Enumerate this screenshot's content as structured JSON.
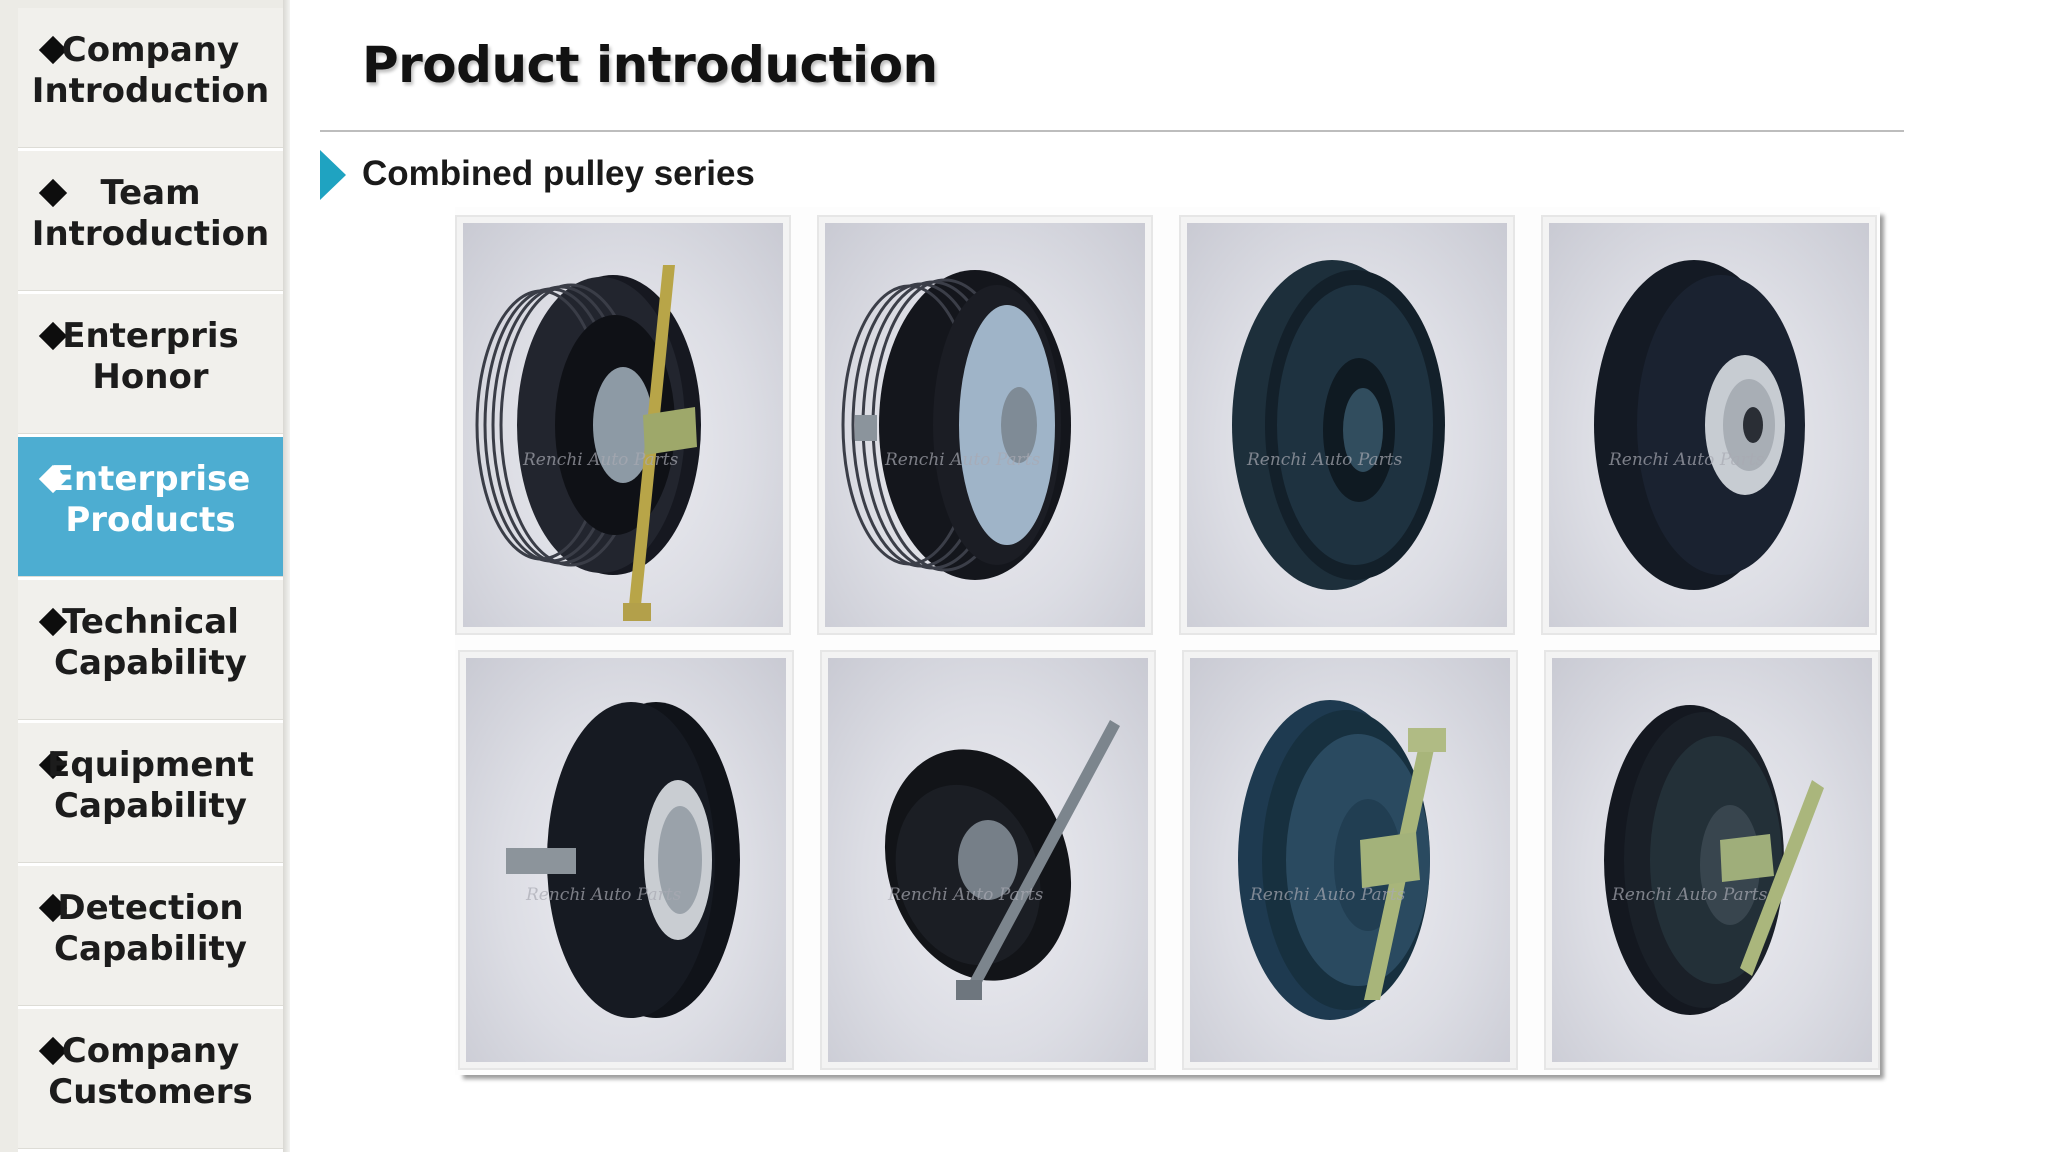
{
  "sidebar": {
    "items": [
      {
        "label": "Company\nIntroduction",
        "active": false
      },
      {
        "label": "Team\nIntroduction",
        "active": false
      },
      {
        "label": "Enterpris\nHonor",
        "active": false
      },
      {
        "label": "Enterprise\nProducts",
        "active": true
      },
      {
        "label": "Technical\nCapability",
        "active": false
      },
      {
        "label": "Equipment\nCapability",
        "active": false
      },
      {
        "label": "Detection\nCapability",
        "active": false
      },
      {
        "label": "Company\nCustomers",
        "active": false
      }
    ]
  },
  "header": {
    "title": "Product introduction",
    "section_title": "Combined pulley series"
  },
  "products": [
    {
      "image": "grooved-pulley-with-long-bolt"
    },
    {
      "image": "grooved-pulley-with-short-stud"
    },
    {
      "image": "smooth-flanged-pulley"
    },
    {
      "image": "smooth-pulley-with-bearing"
    },
    {
      "image": "smooth-pulley-with-stud"
    },
    {
      "image": "flanged-pulley-with-long-bolt"
    },
    {
      "image": "blue-v-pulley-with-bolt"
    },
    {
      "image": "v-pulley-with-bolt"
    }
  ],
  "watermark": "Renchi Auto Parts",
  "colors": {
    "accent": "#1fa3c1",
    "active_nav": "#4dadd1",
    "sidebar_bg": "#ecebe6"
  }
}
